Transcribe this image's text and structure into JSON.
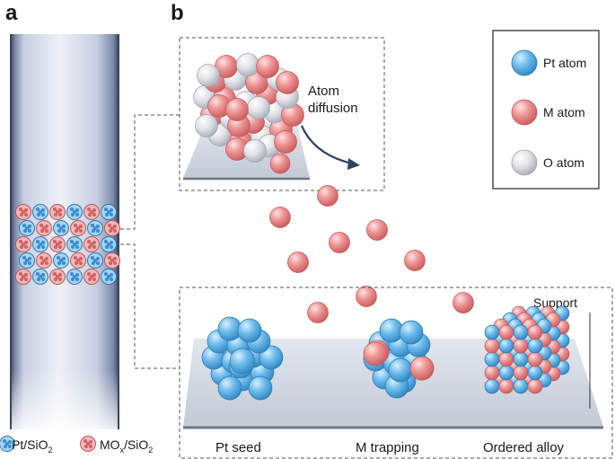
{
  "panels": {
    "a": "a",
    "b": "b"
  },
  "legend": {
    "pt_atom": "Pt atom",
    "m_atom": "M atom",
    "o_atom": "O atom"
  },
  "annotation": {
    "line1": "Atom",
    "line2": "diffusion"
  },
  "support_label": "Support",
  "stages": {
    "pt_seed": "Pt seed",
    "m_trapping": "M trapping",
    "ordered_alloy": "Ordered alloy"
  },
  "bottom_legend": {
    "pt_prefix": "Pt/SiO",
    "pt_sub": "2",
    "mo_prefix": "MO",
    "mo_sub_x": "x",
    "mo_mid": "/SiO",
    "mo_sub2": "2"
  },
  "colors": {
    "pt_atom": "#63b3e6",
    "m_atom": "#ec8f8f",
    "o_atom": "#d7d9de",
    "support": "#c9ced8",
    "support_edge": "#6e7686",
    "tube": "#d3d9e6",
    "arrow": "#2f4466"
  }
}
